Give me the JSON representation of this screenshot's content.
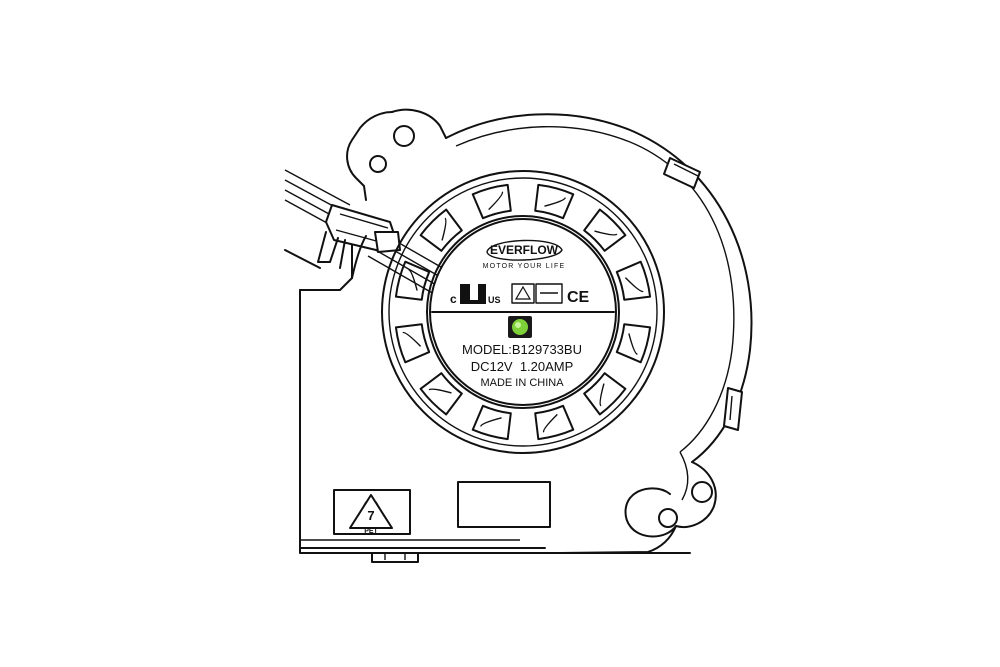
{
  "label": {
    "brand": "EVERFLOW",
    "tagline": "MOTOR YOUR LIFE",
    "cert_c": "c",
    "cert_us": "US",
    "cert_ce": "CE",
    "model": "MODEL:B129733BU",
    "rating": "DC12V  1.20AMP",
    "origin": "MADE IN CHINA"
  },
  "recycle": {
    "number": "7",
    "material": "PET"
  },
  "colors": {
    "line": "#111111",
    "led_green": "#7fd13a",
    "led_dark": "#2d5a12",
    "led_bg": "#1a1a1a"
  }
}
